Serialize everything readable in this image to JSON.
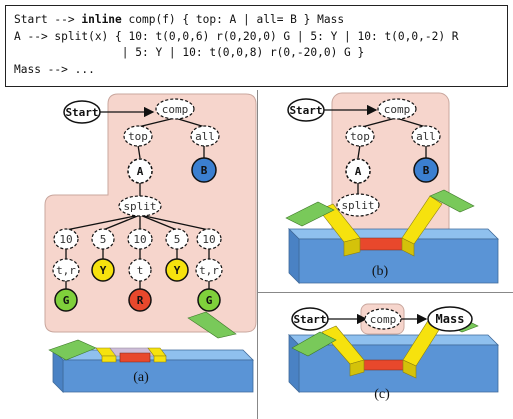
{
  "grammar": {
    "line1_pre": "Start --> ",
    "line1_kw": "inline",
    "line1_post": " comp(f) { top: A | all= B } Mass",
    "line2": "A --> split(x) { 10: t(0,0,6) r(0,20,0) G | 5: Y | 10: t(0,0,-2) R",
    "line3": "                | 5: Y | 10: t(0,0,8) r(0,-20,0) G }",
    "line4": "Mass --> ..."
  },
  "panel_a": {
    "caption": "(a)",
    "start": "Start",
    "comp": "comp",
    "top": "top",
    "all": "all",
    "A": "A",
    "B": "B",
    "split": "split",
    "w1": "10",
    "w2": "5",
    "w3": "10",
    "w4": "5",
    "w5": "10",
    "op1": "t,r",
    "op3": "t",
    "op5": "t,r",
    "leaf1": "G",
    "leaf2": "Y",
    "leaf3": "R",
    "leaf4": "Y",
    "leaf5": "G"
  },
  "panel_b": {
    "caption": "(b)",
    "start": "Start",
    "comp": "comp",
    "top": "top",
    "all": "all",
    "A": "A",
    "B": "B",
    "split": "split"
  },
  "panel_c": {
    "caption": "(c)",
    "start": "Start",
    "comp": "comp",
    "mass": "Mass"
  },
  "colors": {
    "tree_bg": "#f6d5cc",
    "blue_node": "#3b7fd0",
    "yellow_node": "#f6e20e",
    "red_node": "#e8482c",
    "green_node": "#7fd03b",
    "water": "#6ea6e0",
    "green_plate": "#79c95a"
  }
}
